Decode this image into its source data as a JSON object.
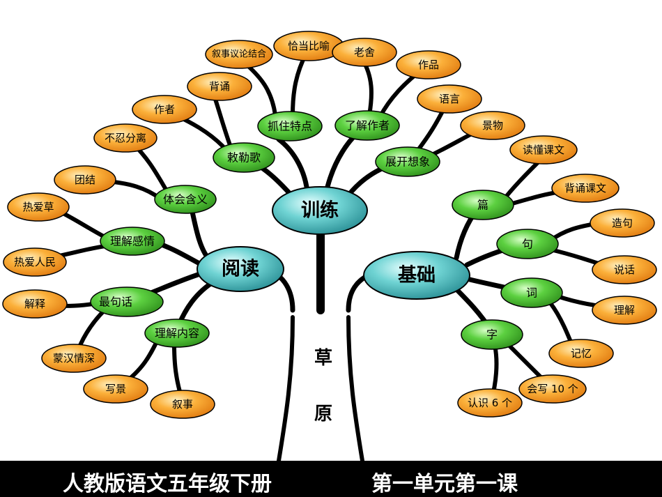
{
  "trunk": {
    "chars": [
      "草",
      "原"
    ]
  },
  "main_nodes": {
    "reading": "阅读",
    "training": "训练",
    "basics": "基础"
  },
  "sub_nodes": {
    "tihui": "体会含义",
    "lijie_ganqing": "理解感情",
    "zuiju": "最句话",
    "lijie_neirong": "理解内容",
    "chilege": "敕勒歌",
    "zhuazhu": "抓住特点",
    "liaojie": "了解作者",
    "zhankai": "展开想象",
    "pian": "篇",
    "ju": "句",
    "ci": "词",
    "zi": "字"
  },
  "leaves": {
    "burenfenli": "不忍分离",
    "tuanjie": "团结",
    "reaicao": "热爱草",
    "reairenmin": "热爱人民",
    "jieshi": "解释",
    "menghan": "蒙汉情深",
    "xiejing": "写景",
    "xushi": "叙事",
    "zuozhe": "作者",
    "beisong": "背诵",
    "xushiyilun": "叙事议论结合",
    "qiadang": "恰当比喻",
    "laoshe": "老舍",
    "zuopin": "作品",
    "yuyan": "语言",
    "jingwu": "景物",
    "dudong": "读懂课文",
    "beisongkewen": "背诵课文",
    "zaoju": "造句",
    "shuohua": "说话",
    "lijie": "理解",
    "jiyi": "记忆",
    "huixie": "会写 10 个",
    "renshi": "认识 6 个"
  },
  "footer": {
    "left": "人教版语文五年级下册",
    "right": "第一单元第一课"
  },
  "colors": {
    "main_fill": "#5cc8c8",
    "sub_fill": "#4cc232",
    "leaf_fill": "#fba62a",
    "branch": "#000000",
    "footer_bg": "#000000",
    "footer_text": "#ffffff"
  }
}
